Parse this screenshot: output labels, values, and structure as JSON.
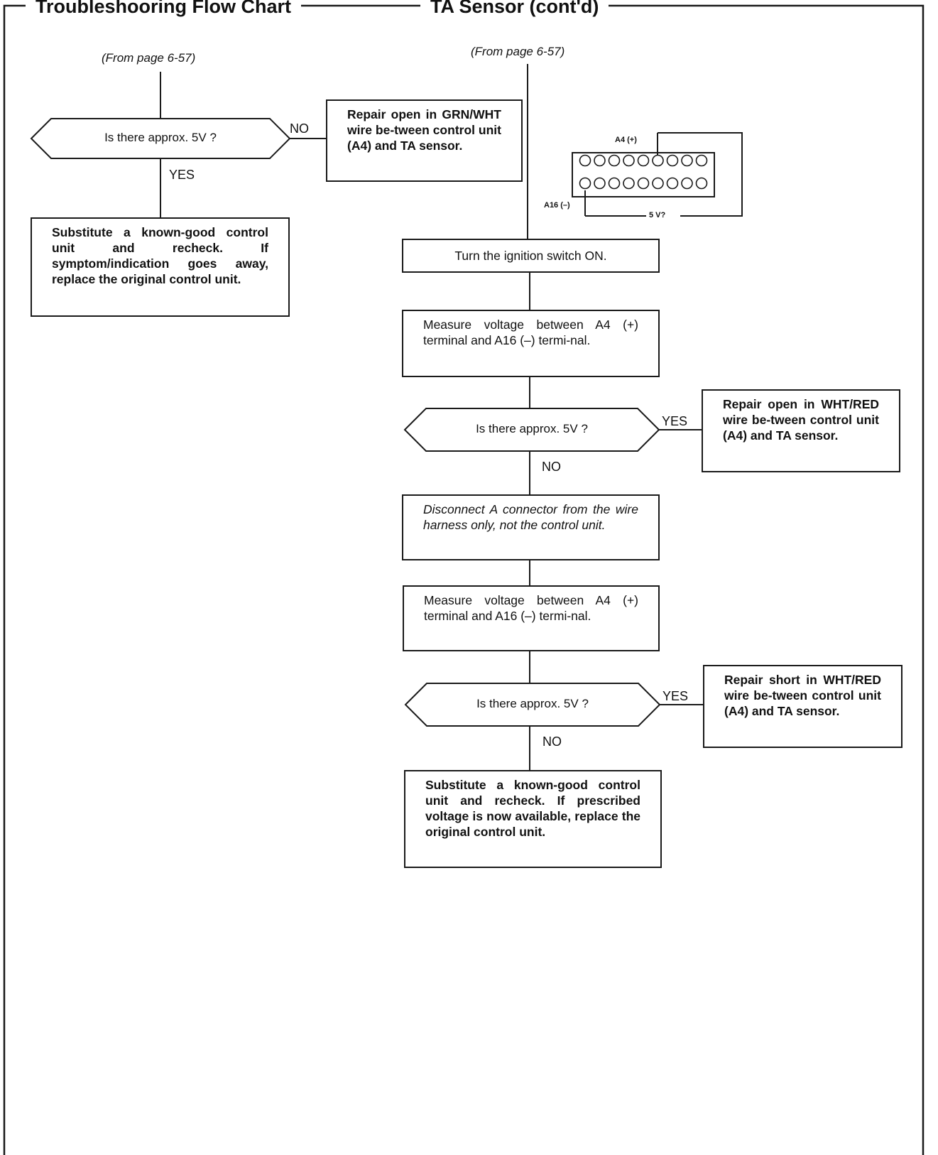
{
  "page": {
    "title_left": "Troubleshooring Flow Chart",
    "title_right": "TA Sensor (cont'd)"
  },
  "left_branch": {
    "from_label": "(From page 6-57)",
    "decision": "Is there approx. 5V ?",
    "no_label": "NO",
    "yes_label": "YES",
    "repair_box": "Repair open in GRN/WHT wire be-tween control unit (A4) and TA sensor.",
    "substitute_box": "Substitute a known-good control unit and recheck. If symptom/indication goes away, replace the original control unit."
  },
  "right_branch": {
    "from_label": "(From page 6-57)",
    "connector": {
      "pin_plus_label": "A4 (+)",
      "pin_minus_label": "A16 (–)",
      "voltage_label": "5 V?"
    },
    "step_ignition": "Turn the ignition switch ON.",
    "step_measure_1": "Measure voltage between A4 (+) terminal and A16 (–) termi-nal.",
    "decision_1": "Is there approx. 5V ?",
    "decision_1_yes": "YES",
    "decision_1_no": "NO",
    "repair_open": "Repair open in WHT/RED wire be-tween control unit (A4) and TA sensor.",
    "step_disconnect": "Disconnect A connector from the wire harness only, not the control unit.",
    "step_measure_2": "Measure voltage between A4 (+) terminal and A16 (–) termi-nal.",
    "decision_2": "Is there approx. 5V ?",
    "decision_2_yes": "YES",
    "decision_2_no": "NO",
    "repair_short": "Repair short in WHT/RED wire be-tween control unit (A4) and TA sensor.",
    "substitute_box": "Substitute a known-good control unit and recheck. If prescribed voltage is now available, replace the original control unit."
  }
}
